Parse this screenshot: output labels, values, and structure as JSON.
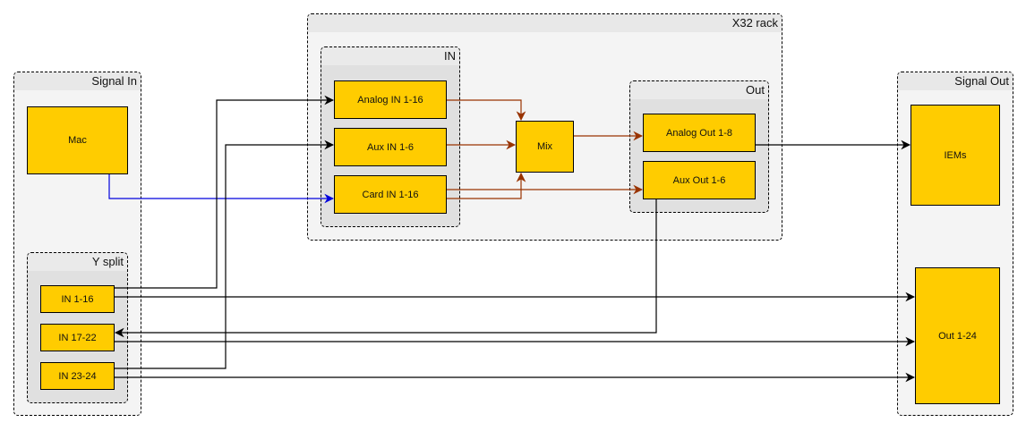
{
  "groups": {
    "signal_in": "Signal In",
    "y_split": "Y split",
    "x32_rack": "X32 rack",
    "in": "IN",
    "out": "Out",
    "signal_out": "Signal Out"
  },
  "nodes": {
    "mac": "Mac",
    "in_1_16": "IN 1-16",
    "in_17_22": "IN 17-22",
    "in_23_24": "IN 23-24",
    "analog_in": "Analog IN 1-16",
    "aux_in": "Aux IN 1-6",
    "card_in": "Card IN 1-16",
    "mix": "Mix",
    "analog_out": "Analog Out 1-8",
    "aux_out": "Aux Out 1-6",
    "iems": "IEMs",
    "out_1_24": "Out 1-24"
  },
  "colors": {
    "node_fill": "#ffcc00",
    "wire_black": "#000000",
    "wire_blue": "#0000dd",
    "wire_internal": "#993300"
  },
  "connections": [
    {
      "from": "Mac",
      "to": "Card IN 1-16",
      "color": "blue"
    },
    {
      "from": "IN 1-16",
      "to": "Analog IN 1-16",
      "color": "black"
    },
    {
      "from": "IN 23-24",
      "to": "Aux IN 1-6",
      "color": "black"
    },
    {
      "from": "Analog IN 1-16",
      "to": "Mix",
      "color": "internal"
    },
    {
      "from": "Aux IN 1-6",
      "to": "Mix",
      "color": "internal"
    },
    {
      "from": "Card IN 1-16",
      "to": "Mix",
      "color": "internal"
    },
    {
      "from": "Card IN 1-16",
      "to": "Aux Out 1-6",
      "color": "internal"
    },
    {
      "from": "Mix",
      "to": "Analog Out 1-8",
      "color": "internal"
    },
    {
      "from": "Analog Out 1-8",
      "to": "IEMs",
      "color": "black"
    },
    {
      "from": "Aux Out 1-6",
      "to": "IN 17-22",
      "color": "black"
    },
    {
      "from": "IN 1-16",
      "to": "Out 1-24",
      "color": "black"
    },
    {
      "from": "IN 17-22",
      "to": "Out 1-24",
      "color": "black"
    },
    {
      "from": "IN 23-24",
      "to": "Out 1-24",
      "color": "black"
    }
  ]
}
